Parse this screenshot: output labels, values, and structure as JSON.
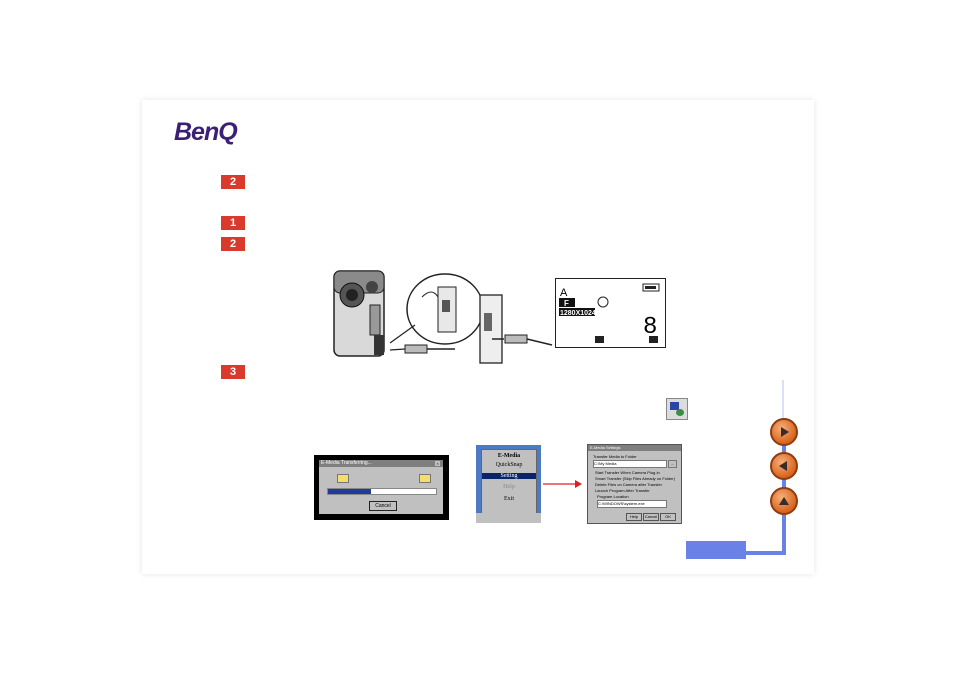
{
  "logo": {
    "text": "BenQ"
  },
  "steps": [
    {
      "label": "2"
    },
    {
      "label": "1"
    },
    {
      "label": "2"
    },
    {
      "label": "3"
    }
  ],
  "lcd": {
    "mode": "A",
    "quality": "F",
    "resolution": "1280X1024",
    "count": "8"
  },
  "transfer_dialog": {
    "title": "E-Media Transferring...",
    "cancel": "Cancel"
  },
  "menu": {
    "items": [
      "E-Media",
      "QuickSnap",
      "Setting",
      "Help",
      "Exit"
    ]
  },
  "settings_dialog": {
    "title": "E-Media Settings",
    "folder_label": "Transfer Media to Folder",
    "folder_value": "C:\\My Media",
    "options": [
      "Start Transfer When Camera Plug-in",
      "Smart Transfer (Skip Files Already on Folder)",
      "Delete Files on Camera after Transfer",
      "Launch Program After Transfer"
    ],
    "program_label": "Program Location",
    "program_value": "C:\\WINDOWS\\system.exe",
    "buttons": [
      "Help",
      "Cancel",
      "OK"
    ]
  },
  "colors": {
    "accent_red": "#d93a2b",
    "nav_blue": "#6a82e8",
    "nav_orange": "#d9641e",
    "logo": "#3b1f74"
  },
  "icons": {
    "next": "play-right-icon",
    "prev": "play-left-icon",
    "up": "triangle-up-icon"
  }
}
